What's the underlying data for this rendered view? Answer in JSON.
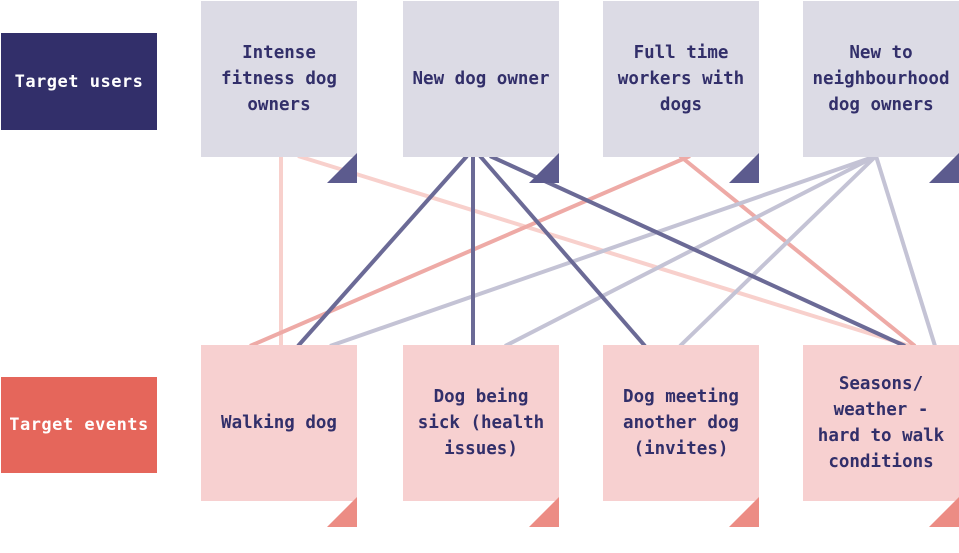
{
  "colors": {
    "navy": "#322f6a",
    "coral": "#e5665b",
    "user_note_bg": "#dcdbe5",
    "user_fold": "#5c5b8e",
    "event_note_bg": "#f7d0d0",
    "event_fold": "#ec8c84",
    "note_text": "#322f6a",
    "label_text": "#ffffff",
    "link_pale_pink": "#f8d0cc",
    "link_pink": "#eeaaa6",
    "link_navy": "#6b6a96",
    "link_lavender": "#c4c3d5"
  },
  "users_label": "Target users",
  "events_label": "Target events",
  "users": [
    "Intense fitness dog owners",
    "New dog owner",
    "Full time workers with dogs",
    "New to neighbourhood dog owners"
  ],
  "users_display": [
    "Intense\nfitness dog\nowners",
    "New dog owner",
    "Full time\nworkers with\ndogs",
    "New to\nneighbourhood\ndog owners"
  ],
  "events": [
    "Walking dog",
    "Dog being sick (health issues)",
    "Dog meeting another dog (invites)",
    "Seasons/ weather - hard to walk conditions"
  ],
  "events_display": [
    "Walking dog",
    "Dog being\nsick (health\nissues)",
    "Dog meeting\nanother dog\n(invites)",
    "Seasons/\nweather -\nhard to walk\nconditions"
  ]
}
